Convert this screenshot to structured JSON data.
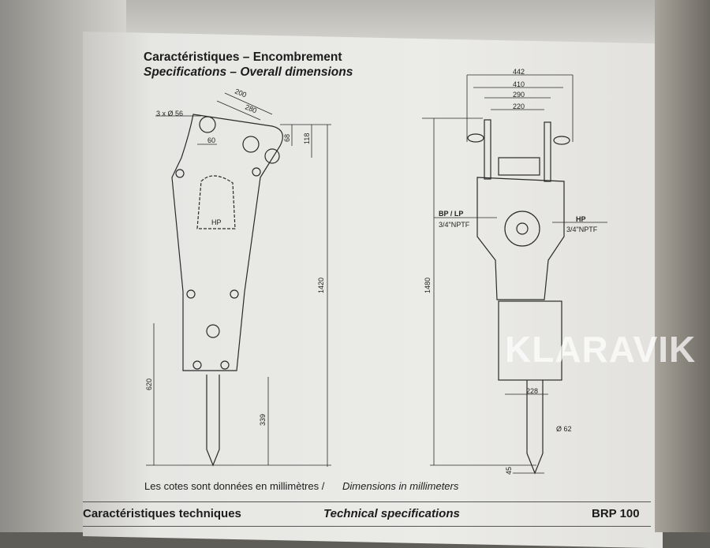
{
  "header": {
    "title_fr": "Caractéristiques – Encombrement",
    "title_en": "Specifications – Overall dimensions"
  },
  "side_view": {
    "dim_200": "200",
    "dim_280": "280",
    "holes": "3 x Ø 56",
    "dim_60": "60",
    "dim_68": "68",
    "dim_118": "118",
    "dim_1420": "1420",
    "dim_620": "620",
    "dim_339": "339",
    "hp": "HP"
  },
  "front_view": {
    "dim_442": "442",
    "dim_410": "410",
    "dim_290": "290",
    "dim_220": "220",
    "bp_lp": "BP / LP",
    "bp_lp_thread": "3/4\"NPTF",
    "hp": "HP",
    "hp_thread": "3/4\"NPTF",
    "dim_1480": "1480",
    "dim_228": "228",
    "dia_62": "Ø 62",
    "dim_45": "45"
  },
  "note": {
    "fr": "Les cotes sont données en millimètres /",
    "en": "Dimensions in millimeters"
  },
  "footer": {
    "fr": "Caractéristiques techniques",
    "en": "Technical specifications",
    "model": "BRP 100"
  },
  "watermark": "KLARAVIK"
}
